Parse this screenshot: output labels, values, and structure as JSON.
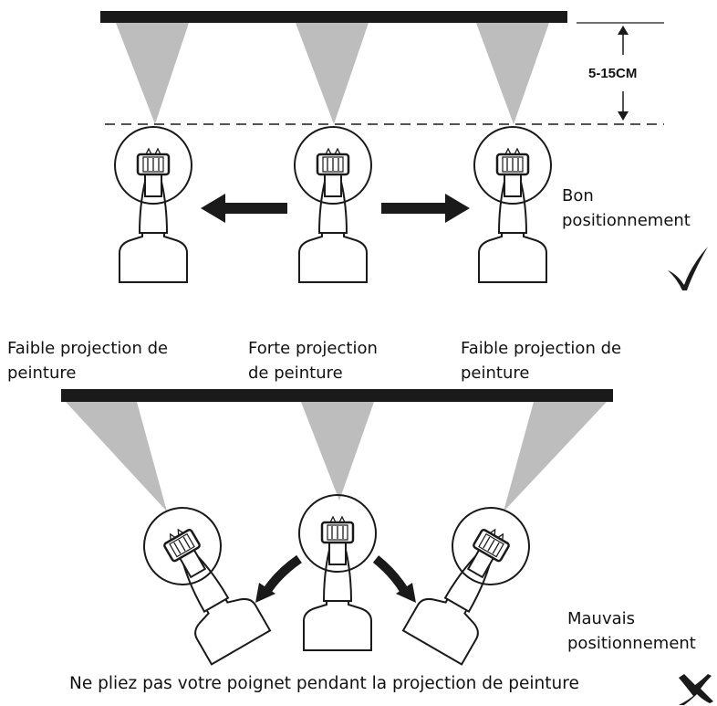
{
  "top_panel": {
    "distance_label": "5-15CM",
    "status_line1": "Bon",
    "status_line2": "positionnement",
    "status_mark": "check-mark"
  },
  "bottom_panel": {
    "left_label_line1": "Faible projection de",
    "left_label_line2": "peinture",
    "center_label_line1": "Forte projection",
    "center_label_line2": "de peinture",
    "right_label_line1": "Faible projection de",
    "right_label_line2": "peinture",
    "status_line1": "Mauvais",
    "status_line2": "positionnement",
    "status_mark": "cross-mark"
  },
  "caption": "Ne pliez pas votre poignet pendant la projection de peinture",
  "colors": {
    "surface": "#1a1a1a",
    "spray": "#bdbdbd",
    "outline": "#1a1a1a",
    "background": "#ffffff"
  }
}
